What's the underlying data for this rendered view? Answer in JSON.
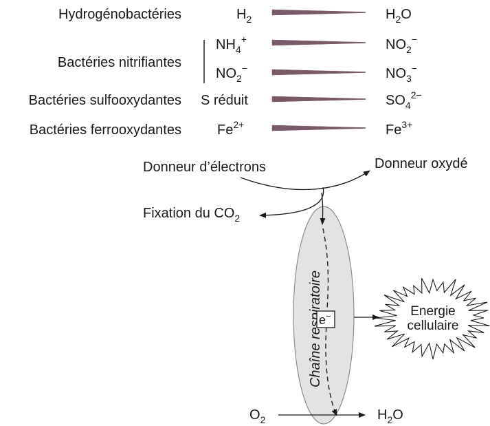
{
  "bacteria_rows": [
    {
      "group": "Hydrogénobactéries",
      "lines": [
        {
          "donor": {
            "base": "H",
            "sub": "2",
            "sup": ""
          },
          "product": {
            "base": "H",
            "sub": "2",
            "sup": "",
            "tail": "O"
          }
        }
      ]
    },
    {
      "group": "Bactéries nitrifiantes",
      "lines": [
        {
          "donor": {
            "base": "NH",
            "sub": "4",
            "sup": "+"
          },
          "product": {
            "base": "NO",
            "sub": "2",
            "sup": "−",
            "tail": ""
          }
        },
        {
          "donor": {
            "base": "NO",
            "sub": "2",
            "sup": "−"
          },
          "product": {
            "base": "NO",
            "sub": "3",
            "sup": "−",
            "tail": ""
          }
        }
      ]
    },
    {
      "group": "Bactéries sulfooxydantes",
      "lines": [
        {
          "donor": {
            "base": "S réduit",
            "sub": "",
            "sup": ""
          },
          "product": {
            "base": "SO",
            "sub": "4",
            "sup": "2−",
            "tail": ""
          }
        }
      ]
    },
    {
      "group": "Bactéries ferrooxydantes",
      "lines": [
        {
          "donor": {
            "base": "Fe",
            "sub": "",
            "sup": "2+"
          },
          "product": {
            "base": "Fe",
            "sub": "",
            "sup": "3+",
            "tail": ""
          }
        }
      ]
    }
  ],
  "flow": {
    "donor_label": "Donneur d’électrons",
    "oxidized_donor_label": "Donneur oxydé",
    "co2_fixation": {
      "base": "Fixation du CO",
      "sub": "2"
    },
    "chain_label": "Chaîne respiratoire",
    "electron": {
      "base": "e",
      "sup": "−"
    },
    "energy_lines": [
      "Energie",
      "cellulaire"
    ],
    "oxygen": {
      "base": "O",
      "sub": "2"
    },
    "water": {
      "base": "H",
      "sub": "2",
      "tail": "O"
    }
  },
  "colors": {
    "wedge": "#7a5a68",
    "ellipse_fill": "#e3e3e3",
    "ellipse_stroke": "#8c8c8c",
    "ink": "#1a1a1a"
  }
}
